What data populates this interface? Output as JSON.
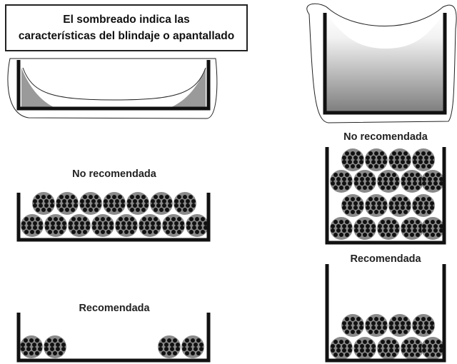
{
  "note": {
    "line1": "El sombreado indica las",
    "line2": "características del blindaje o apantallado"
  },
  "labels": {
    "left_not_recommended": "No recomendada",
    "left_recommended": "Recomendada",
    "right_not_recommended": "No recomendada",
    "right_recommended": "Recomendada"
  },
  "colors": {
    "tray_wall": "#111111",
    "cable_fill": "#888888",
    "cable_conductor": "#111111",
    "shield_shade": "#9a9a9a"
  }
}
